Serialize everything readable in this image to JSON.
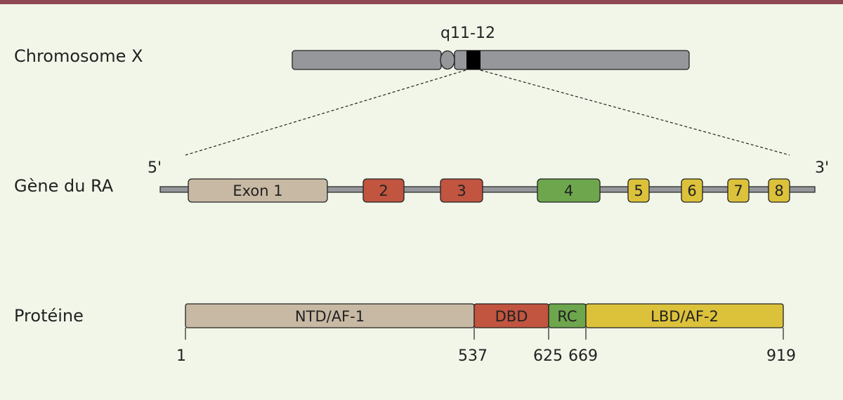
{
  "labels": {
    "chromosome": "Chromosome X",
    "gene": "Gène du RA",
    "protein": "Protéine"
  },
  "chromosome": {
    "band": "q11-12",
    "colors": {
      "body": "#96979b",
      "band": "#000000"
    }
  },
  "gene": {
    "end5": "5'",
    "end3": "3'",
    "exons": [
      {
        "label": "Exon 1",
        "color": "#c8b9a4"
      },
      {
        "label": "2",
        "color": "#c15540"
      },
      {
        "label": "3",
        "color": "#c15540"
      },
      {
        "label": "4",
        "color": "#6ea64d"
      },
      {
        "label": "5",
        "color": "#dcc23b"
      },
      {
        "label": "6",
        "color": "#dcc23b"
      },
      {
        "label": "7",
        "color": "#dcc23b"
      },
      {
        "label": "8",
        "color": "#dcc23b"
      }
    ]
  },
  "protein": {
    "domains": [
      {
        "label": "NTD/AF-1",
        "color": "#c8b9a4"
      },
      {
        "label": "DBD",
        "color": "#c15540"
      },
      {
        "label": "RC",
        "color": "#6ea64d"
      },
      {
        "label": "LBD/AF-2",
        "color": "#dcc23b"
      }
    ],
    "positions": [
      "1",
      "537",
      "625",
      "669",
      "919"
    ]
  }
}
